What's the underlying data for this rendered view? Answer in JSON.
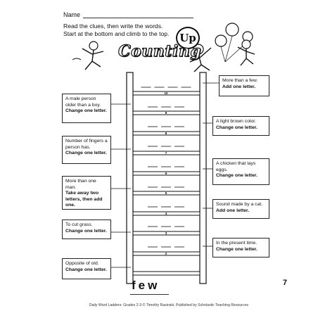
{
  "header": {
    "name_label": "Name",
    "instructions": [
      "Read the clues, then write the words.",
      "Start at the bottom and climb to the top."
    ],
    "title_up": "Up",
    "title_counting": "Counting"
  },
  "ladder": {
    "rung_numbers": [
      "10",
      "9",
      "8",
      "7",
      "6",
      "5",
      "4",
      "3",
      "2"
    ],
    "start_word": "few"
  },
  "clues_left": [
    {
      "text": "A male person older than a boy.",
      "instruction": "Change one letter."
    },
    {
      "text": "Number of fingers a person has.",
      "instruction": "Change one letter."
    },
    {
      "text": "More than one man.",
      "instruction": "Take away two letters, then add one."
    },
    {
      "text": "To cut grass.",
      "instruction": "Change one letter."
    },
    {
      "text": "Opposite of old.",
      "instruction": "Change one letter."
    }
  ],
  "clues_right": [
    {
      "text": "More than a few.",
      "instruction": "Add one letter."
    },
    {
      "text": "A light brown color.",
      "instruction": "Change one letter."
    },
    {
      "text": "A chicken that lays eggs.",
      "instruction": "Change one letter."
    },
    {
      "text": "Sound made by a cat.",
      "instruction": "Add one letter."
    },
    {
      "text": "In the present time.",
      "instruction": "Change one letter."
    }
  ],
  "page_number": "7",
  "footer": "Daily Word Ladders: Grades 2-3 © Timothy Rasinski, Published by Scholastic Teaching Resources"
}
